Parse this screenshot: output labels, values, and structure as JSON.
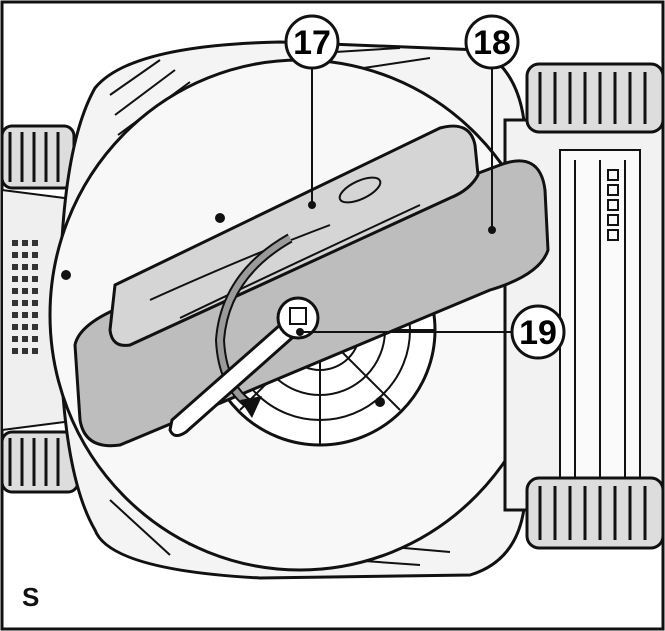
{
  "callouts": [
    {
      "id": "17",
      "label": "17",
      "target": "cutting-blade"
    },
    {
      "id": "18",
      "label": "18",
      "target": "blade-guard"
    },
    {
      "id": "19",
      "label": "19",
      "target": "spanner"
    }
  ],
  "view_label": "S",
  "colors": {
    "line": "#111111",
    "shade": "#c8c8c8",
    "blade": "#9a9a9a",
    "body": "#e9e9e9"
  }
}
